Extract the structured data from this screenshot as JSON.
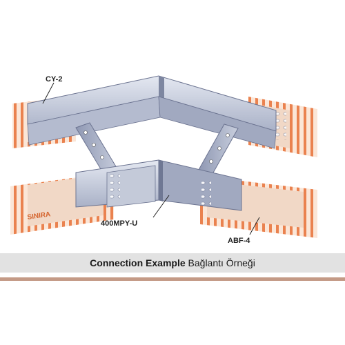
{
  "figure": {
    "part_labels": {
      "top_left": "CY-2",
      "center_bottom": "400MPY-U",
      "bottom_right": "ABF-4"
    },
    "tray_brand_text": "SINIRA"
  },
  "caption": {
    "bold": "Connection Example",
    "regular": "Bağlantı Örneği"
  },
  "colors": {
    "tray_orange": "#e8743b",
    "metal_light": "#c9cfdc",
    "metal_dark": "#7d86a0",
    "caption_band": "#e2e2e2",
    "divider": "#c49a86"
  }
}
